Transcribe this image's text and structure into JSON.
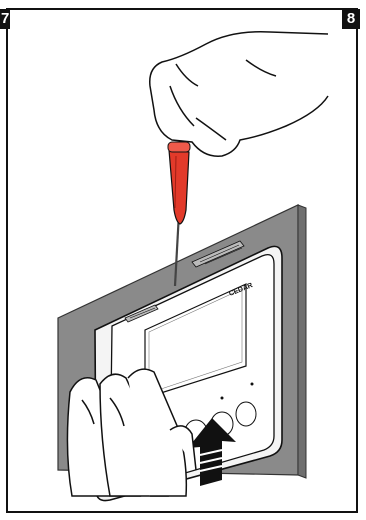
{
  "steps": {
    "left_badge": "7",
    "right_badge": "8"
  },
  "illustration": {
    "device_brand": "CEDAR"
  },
  "colors": {
    "wall": "#8a8a8a",
    "device_body": "#ffffff",
    "screwdriver": "#e23a2a",
    "arrow": "#111111"
  }
}
